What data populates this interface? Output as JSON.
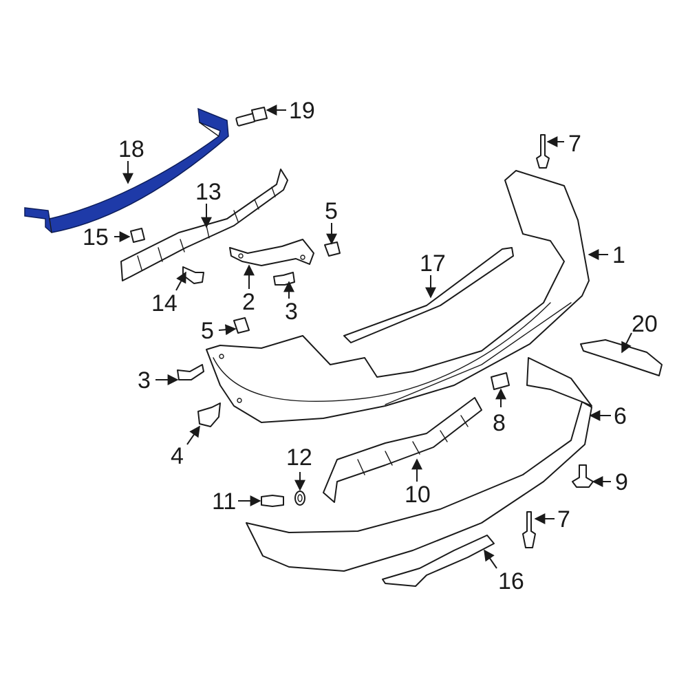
{
  "highlight_color": "#1e3aa8",
  "outline_color": "#1a1a1a",
  "callouts": {
    "c1": "1",
    "c2": "2",
    "c3a": "3",
    "c3b": "3",
    "c4": "4",
    "c5a": "5",
    "c5b": "5",
    "c6": "6",
    "c7a": "7",
    "c7b": "7",
    "c8": "8",
    "c9": "9",
    "c10": "10",
    "c11": "11",
    "c12": "12",
    "c13": "13",
    "c14": "14",
    "c15": "15",
    "c16": "16",
    "c17": "17",
    "c18": "18",
    "c19": "19",
    "c20": "20"
  },
  "highlighted_part": "18"
}
